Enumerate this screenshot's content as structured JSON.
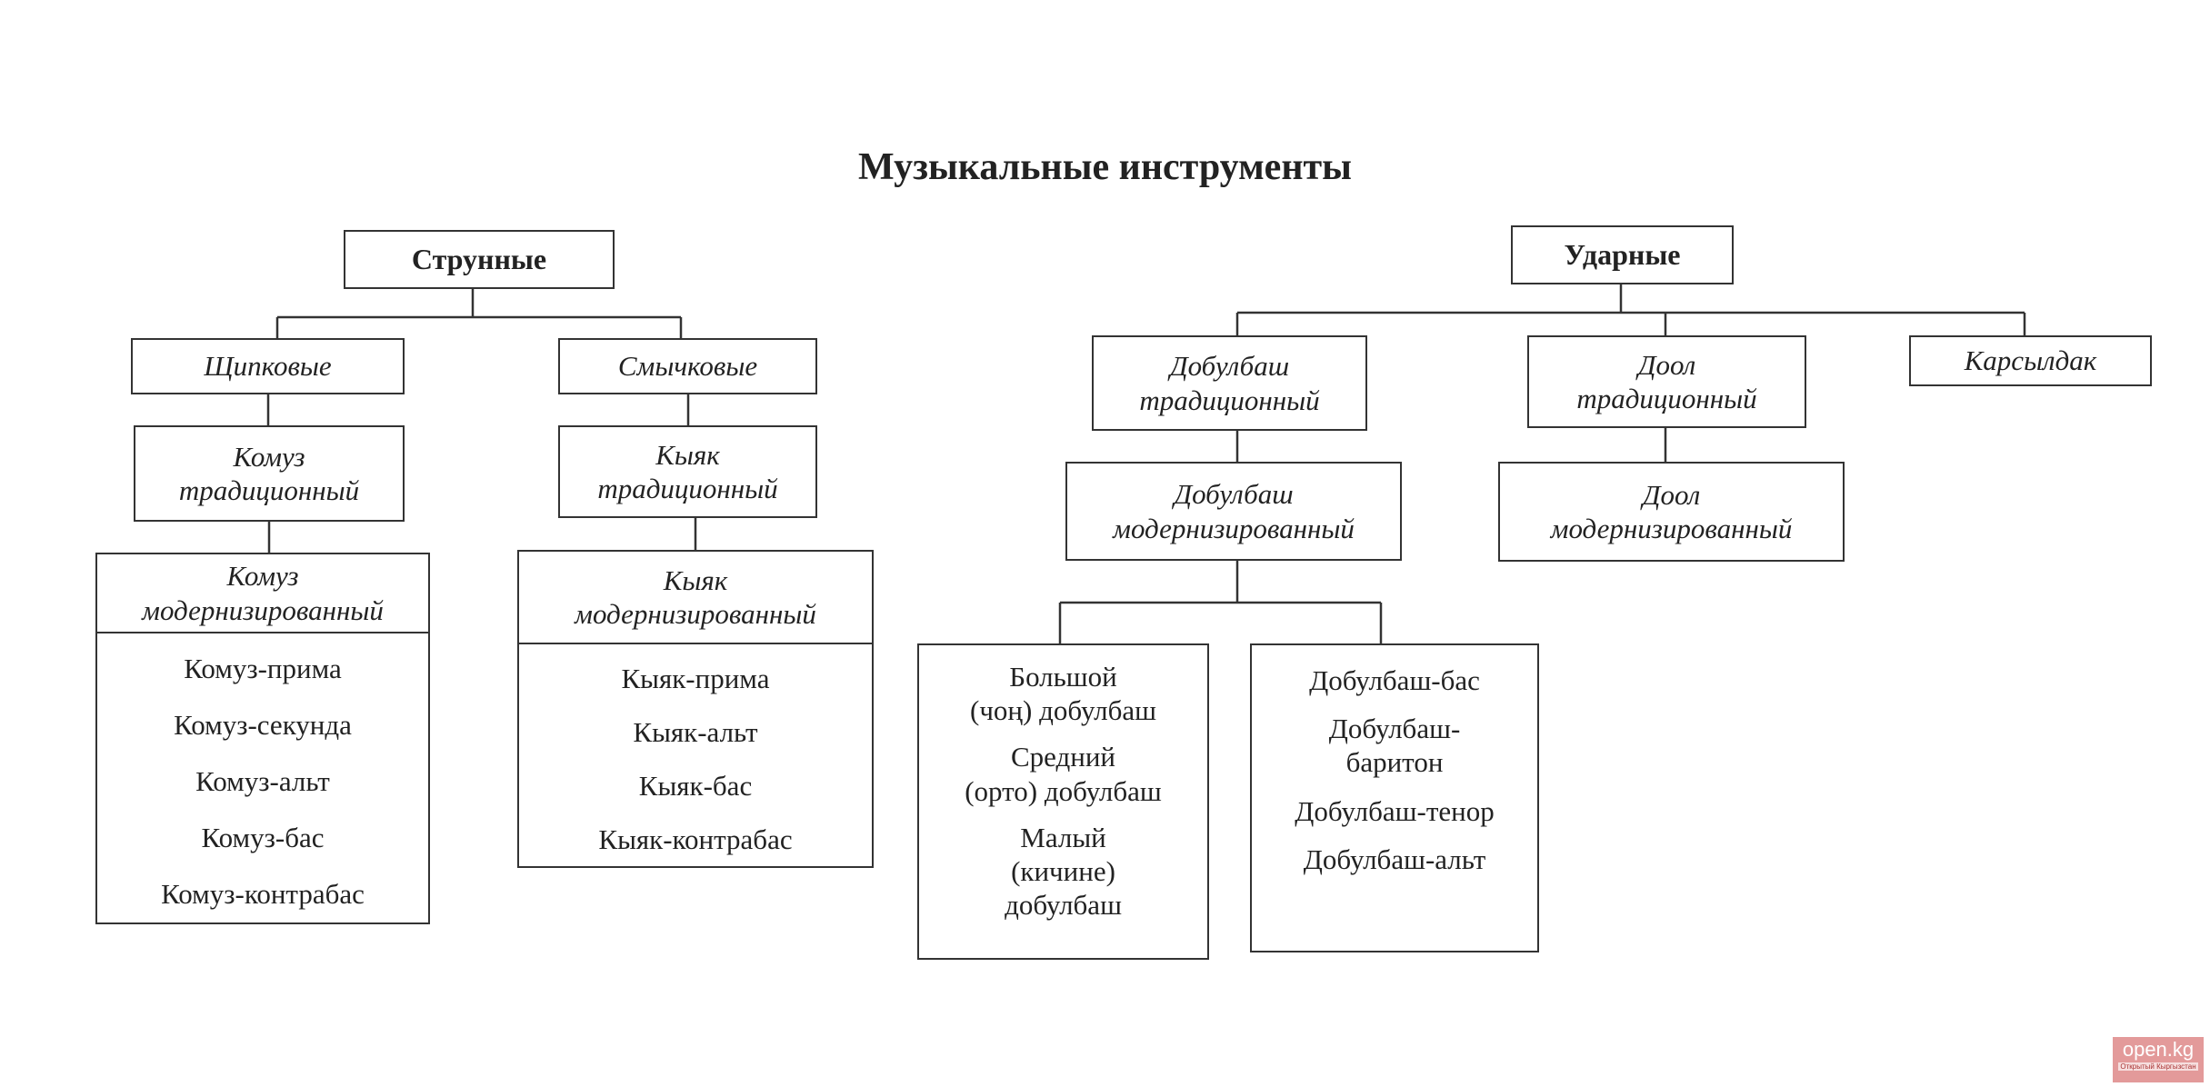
{
  "title": "Музыкальные инструменты",
  "strings": {
    "label": "Струнные",
    "plucked": "Щипковые",
    "bowed": "Смычковые",
    "komuz_trad": [
      "Комуз",
      "традиционный"
    ],
    "kyyak_trad": [
      "Кыяк",
      "традиционный"
    ],
    "komuz_mod": {
      "title": [
        "Комуз",
        "модернизированный"
      ],
      "items": [
        "Комуз-прима",
        "Комуз-секунда",
        "Комуз-альт",
        "Комуз-бас",
        "Комуз-контрабас"
      ]
    },
    "kyyak_mod": {
      "title": [
        "Кыяк",
        "модернизированный"
      ],
      "items": [
        "Кыяк-прима",
        "Кыяк-альт",
        "Кыяк-бас",
        "Кыяк-контрабас"
      ]
    }
  },
  "percussion": {
    "label": "Ударные",
    "dobulbash_trad": [
      "Добулбаш",
      "традиционный"
    ],
    "dool_trad": [
      "Доол",
      "традиционный"
    ],
    "karsyldak": "Карсылдак",
    "dobulbash_mod": [
      "Добулбаш",
      "модернизированный"
    ],
    "dool_mod": [
      "Доол",
      "модернизированный"
    ],
    "sizes": [
      "Большой",
      "(чоң) добулбаш",
      "Средний",
      "(орто) добулбаш",
      "Малый",
      "(кичине)",
      "добулбаш"
    ],
    "voices": [
      "Добулбаш-бас",
      "Добулбаш-",
      "баритон",
      "Добулбаш-тенор",
      "Добулбаш-альт"
    ]
  },
  "logo": {
    "name": "open.kg",
    "tagline": "Открытый Кыргызстан"
  }
}
